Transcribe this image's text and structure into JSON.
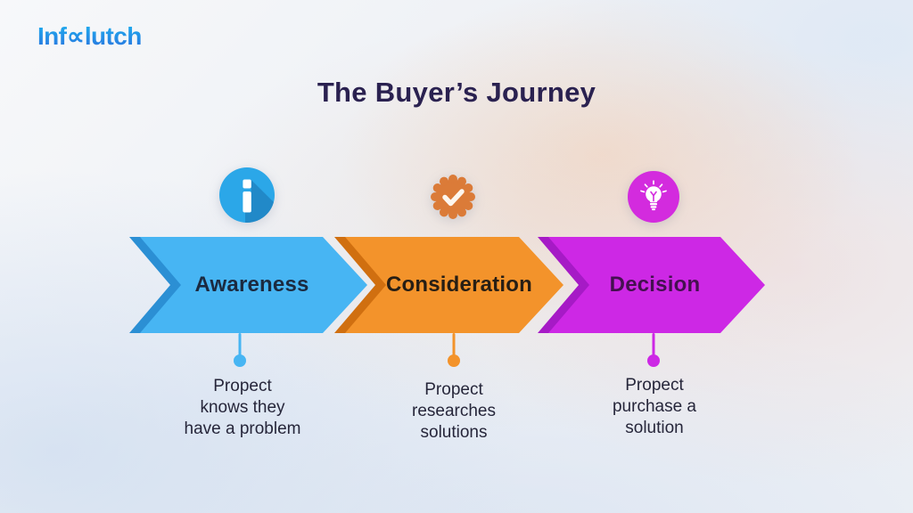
{
  "logo": {
    "prefix": "Inf",
    "ligature": "∝",
    "suffix": "lutch",
    "color_top": "#1FA9ED",
    "color_bottom": "#2A74DF"
  },
  "title": "The Buyer’s Journey",
  "title_color": "#2A2150",
  "stages": [
    {
      "label": "Awareness",
      "icon": "info-icon",
      "color": "#47B5F3",
      "dark_color": "#2B8FD4",
      "label_color": "#1B2A40",
      "caption_lines": [
        "Propect",
        "knows they",
        "have a problem"
      ]
    },
    {
      "label": "Consideration",
      "icon": "badge-check-icon",
      "color": "#F3932B",
      "dark_color": "#D06F10",
      "label_color": "#271E14",
      "caption_lines": [
        "Propect",
        "researches",
        "solutions"
      ]
    },
    {
      "label": "Decision",
      "icon": "lightbulb-icon",
      "color": "#CD28E5",
      "dark_color": "#A61AC6",
      "label_color": "#43104F",
      "caption_lines": [
        "Propect",
        "purchase a",
        "solution"
      ]
    }
  ],
  "icon_colors": {
    "info": "#2BA7E8",
    "badge_check": "#DB7B38",
    "lightbulb": "#D32BDE"
  },
  "caption_color": "#26263A"
}
